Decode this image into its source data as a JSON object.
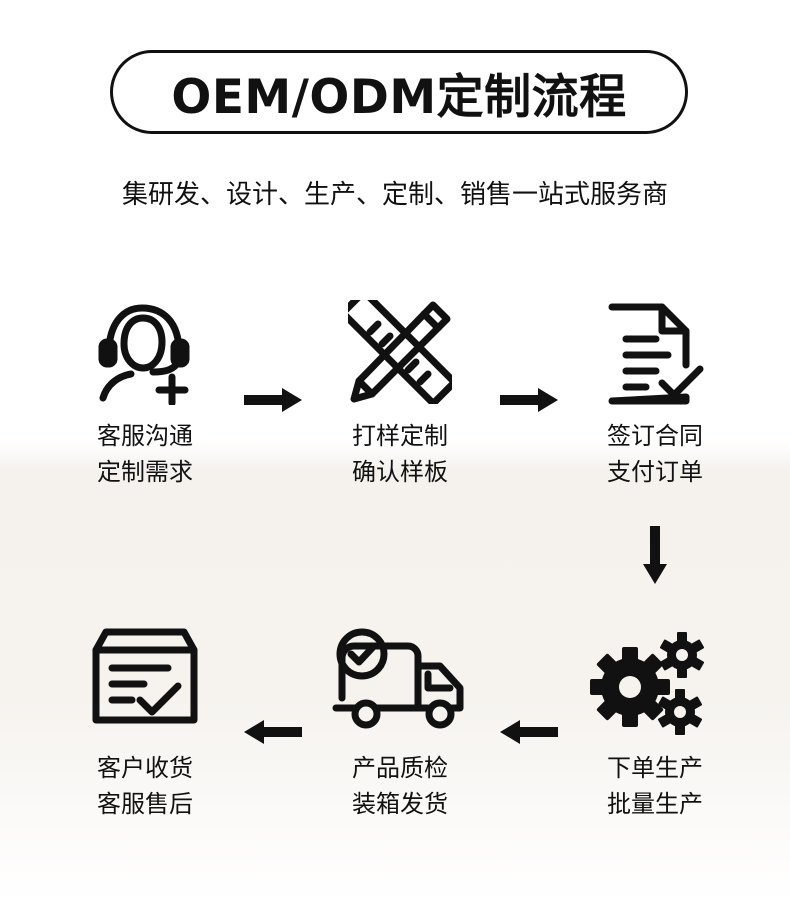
{
  "header": {
    "title": "OEM/ODM定制流程",
    "subtitle": "集研发、设计、生产、定制、销售一站式服务商"
  },
  "steps": [
    {
      "icon": "customer-service-headset-icon",
      "line1": "客服沟通",
      "line2": "定制需求"
    },
    {
      "icon": "pencil-ruler-icon",
      "line1": "打样定制",
      "line2": "确认样板"
    },
    {
      "icon": "contract-document-icon",
      "line1": "签订合同",
      "line2": "支付订单"
    },
    {
      "icon": "gears-icon",
      "line1": "下单生产",
      "line2": "批量生产"
    },
    {
      "icon": "delivery-truck-icon",
      "line1": "产品质检",
      "line2": "装箱发货"
    },
    {
      "icon": "package-received-icon",
      "line1": "客户收货",
      "line2": "客服售后"
    }
  ]
}
